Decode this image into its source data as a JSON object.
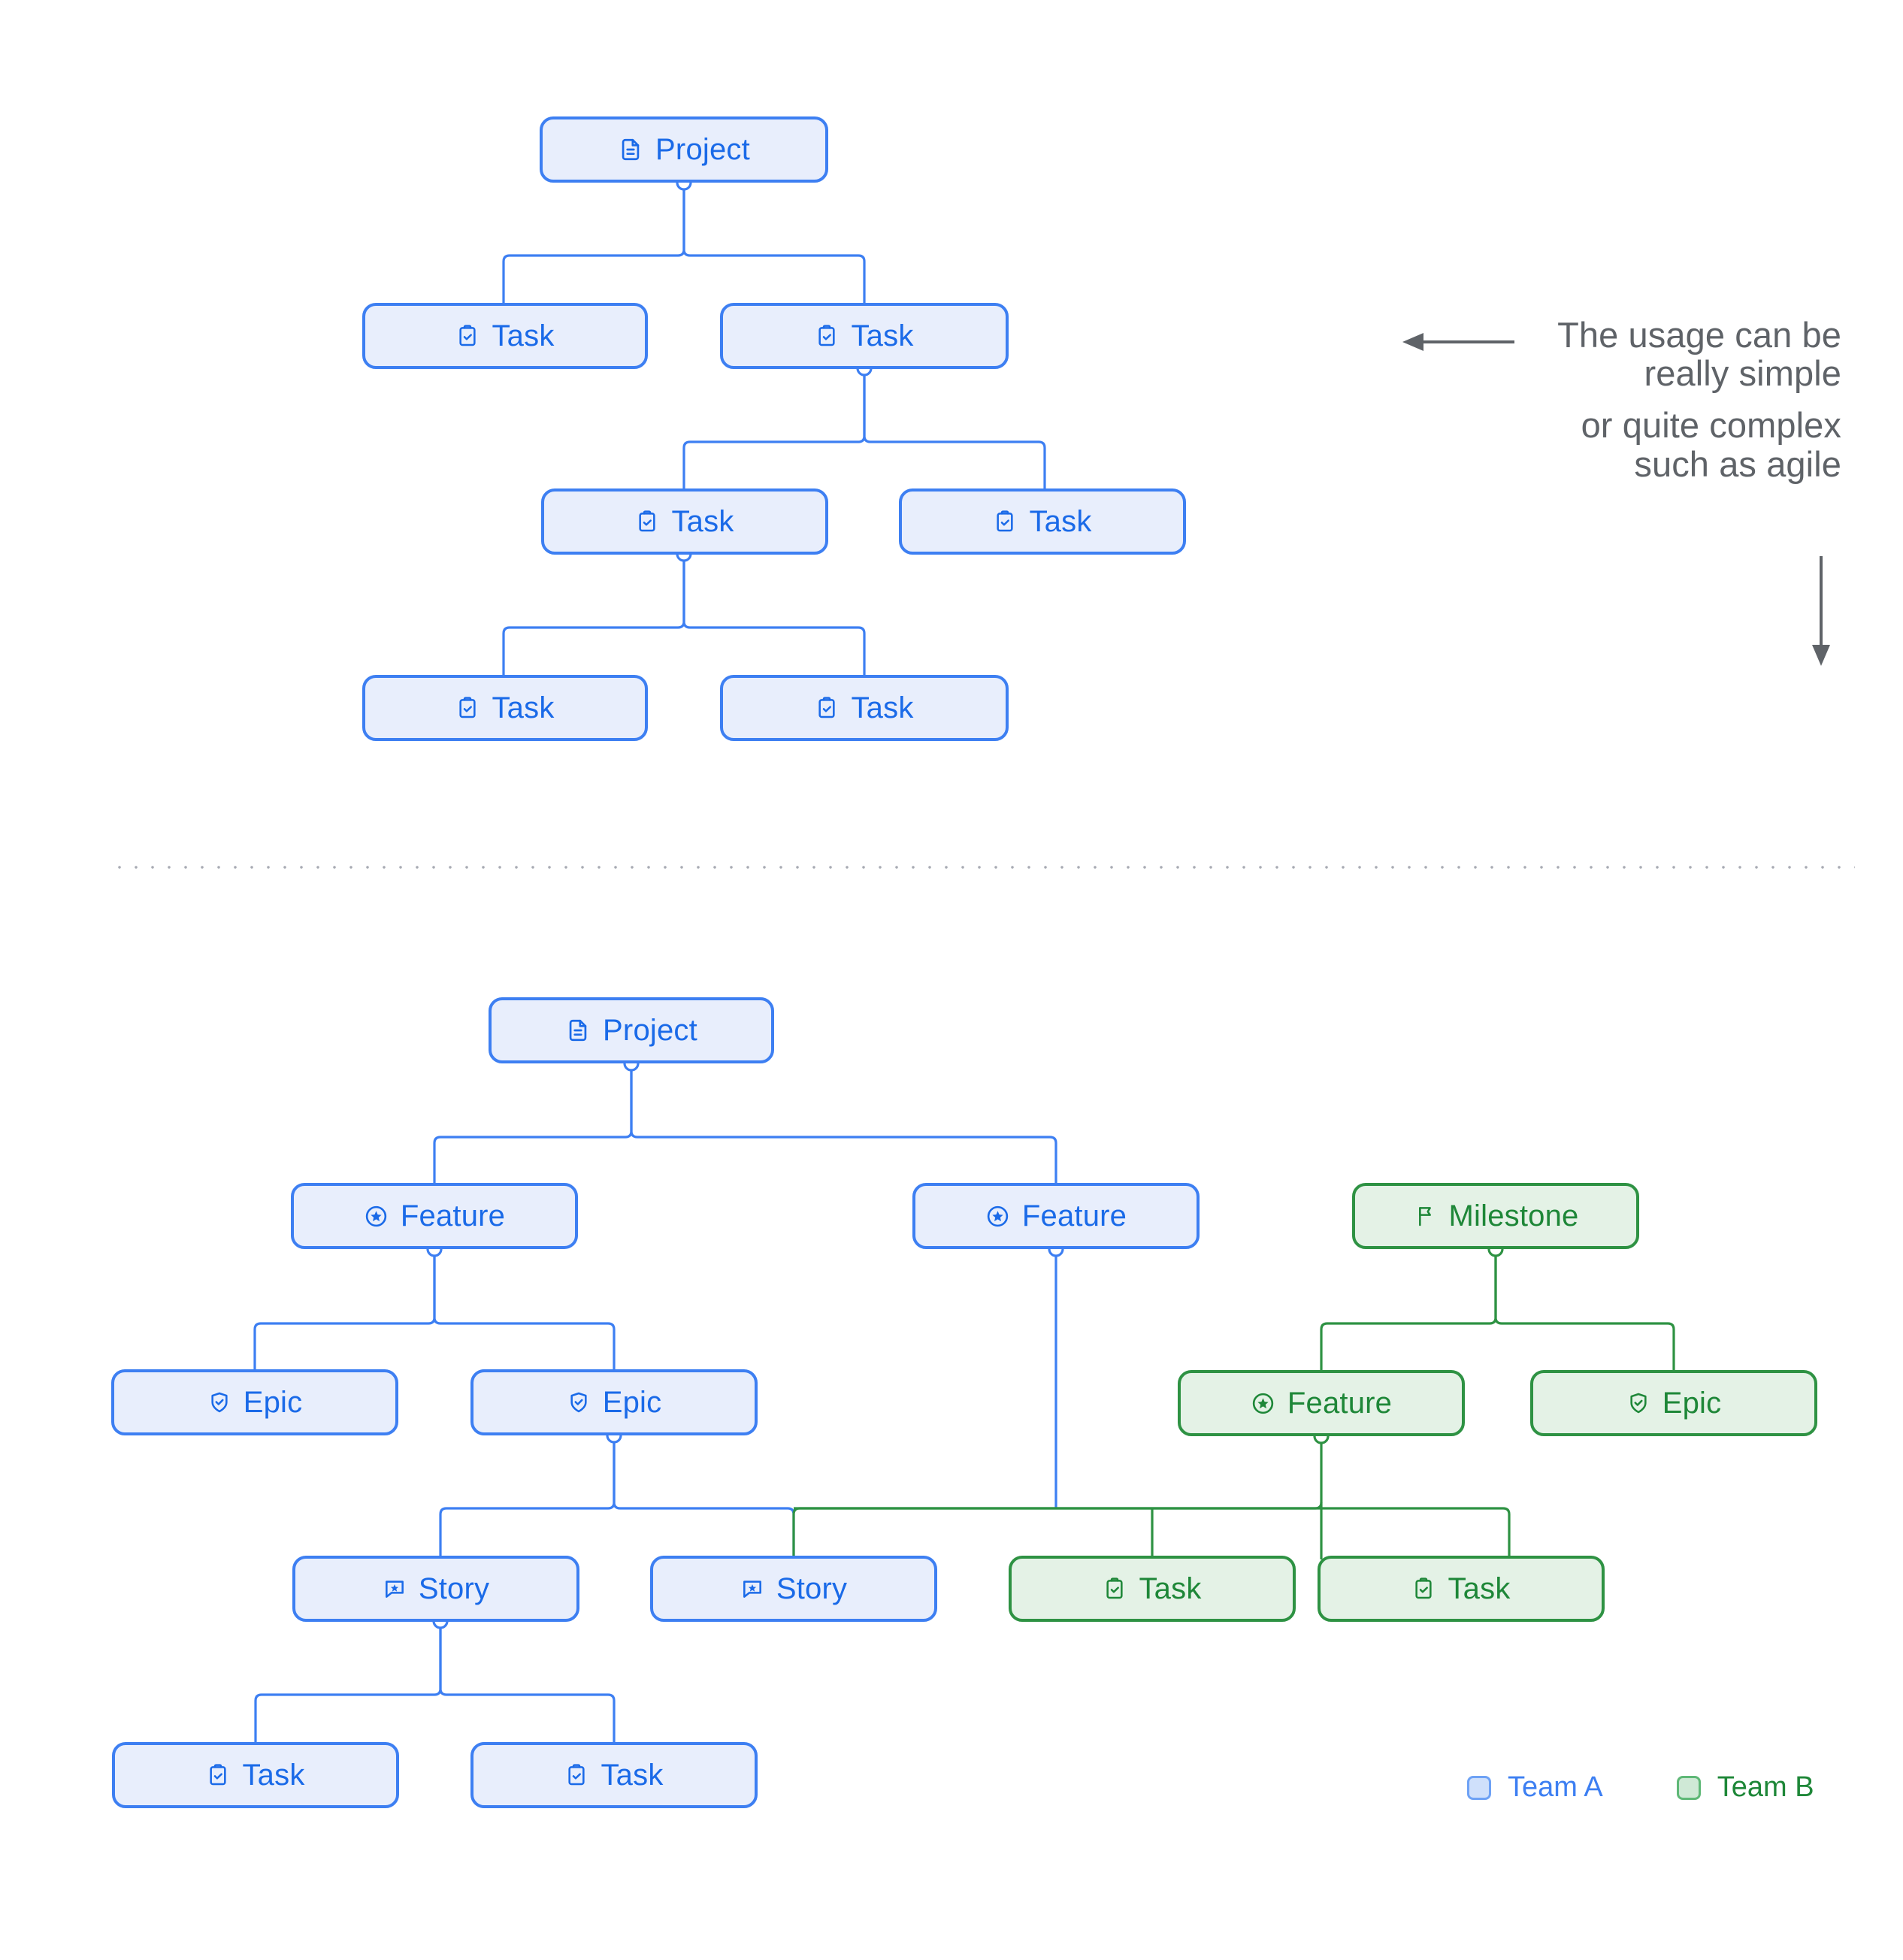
{
  "diagram": {
    "type": "hierarchy-tree",
    "title": "",
    "colors": {
      "team_a_stroke": "#3d7ff2",
      "team_a_fill": "#e8eefc",
      "team_a_text": "#1a6ae8",
      "team_b_stroke": "#2e9243",
      "team_b_fill": "#e4f2e6",
      "team_b_text": "#1e8738",
      "annotation_text": "#5f6368",
      "divider": "#a8abb3"
    }
  },
  "annotation": {
    "line1": "The usage can be",
    "line2": "really simple",
    "line3": "or quite complex",
    "line4": "such as agile",
    "left_arrow_icon": "arrow-left-icon",
    "down_arrow_icon": "arrow-down-icon"
  },
  "legend": {
    "items": [
      {
        "label": "Team A",
        "color": "#3d7ff2",
        "swatch": "#cfe0fb"
      },
      {
        "label": "Team B",
        "color": "#1e8738",
        "swatch": "#cfe9d6"
      }
    ]
  },
  "top_diagram": {
    "name": "simple-task-tree",
    "nodes": [
      {
        "id": "t-root",
        "label": "Project",
        "icon": "document-icon",
        "team": "blue"
      },
      {
        "id": "t-a1",
        "label": "Task",
        "icon": "clipboard-check-icon",
        "team": "blue"
      },
      {
        "id": "t-a2",
        "label": "Task",
        "icon": "clipboard-check-icon",
        "team": "blue"
      },
      {
        "id": "t-b1",
        "label": "Task",
        "icon": "clipboard-check-icon",
        "team": "blue"
      },
      {
        "id": "t-b2",
        "label": "Task",
        "icon": "clipboard-check-icon",
        "team": "blue"
      },
      {
        "id": "t-c1",
        "label": "Task",
        "icon": "clipboard-check-icon",
        "team": "blue"
      },
      {
        "id": "t-c2",
        "label": "Task",
        "icon": "clipboard-check-icon",
        "team": "blue"
      }
    ],
    "edges": [
      {
        "from": "t-root",
        "to": [
          "t-a1",
          "t-a2"
        ]
      },
      {
        "from": "t-a2",
        "to": [
          "t-b1",
          "t-b2"
        ]
      },
      {
        "from": "t-b1",
        "to": [
          "t-c1",
          "t-c2"
        ]
      }
    ]
  },
  "bottom_diagram": {
    "name": "agile-hierarchy-tree",
    "nodes": [
      {
        "id": "b-root",
        "label": "Project",
        "icon": "document-icon",
        "team": "blue"
      },
      {
        "id": "b-f1",
        "label": "Feature",
        "icon": "star-circle-icon",
        "team": "blue"
      },
      {
        "id": "b-f2",
        "label": "Feature",
        "icon": "star-circle-icon",
        "team": "blue"
      },
      {
        "id": "b-ms",
        "label": "Milestone",
        "icon": "flag-icon",
        "team": "green"
      },
      {
        "id": "b-e1",
        "label": "Epic",
        "icon": "shield-check-icon",
        "team": "blue"
      },
      {
        "id": "b-e2",
        "label": "Epic",
        "icon": "shield-check-icon",
        "team": "blue"
      },
      {
        "id": "b-gf",
        "label": "Feature",
        "icon": "star-circle-icon",
        "team": "green"
      },
      {
        "id": "b-ge",
        "label": "Epic",
        "icon": "shield-check-icon",
        "team": "green"
      },
      {
        "id": "b-s1",
        "label": "Story",
        "icon": "story-bubble-icon",
        "team": "blue"
      },
      {
        "id": "b-s2",
        "label": "Story",
        "icon": "story-bubble-icon",
        "team": "blue"
      },
      {
        "id": "b-gt1",
        "label": "Task",
        "icon": "clipboard-check-icon",
        "team": "green"
      },
      {
        "id": "b-gt2",
        "label": "Task",
        "icon": "clipboard-check-icon",
        "team": "green"
      },
      {
        "id": "b-t1",
        "label": "Task",
        "icon": "clipboard-check-icon",
        "team": "blue"
      },
      {
        "id": "b-t2",
        "label": "Task",
        "icon": "clipboard-check-icon",
        "team": "blue"
      }
    ],
    "edges": [
      {
        "from": "b-root",
        "to": [
          "b-f1",
          "b-f2"
        ]
      },
      {
        "from": "b-f1",
        "to": [
          "b-e1",
          "b-e2"
        ]
      },
      {
        "from": "b-ms",
        "to": [
          "b-gf",
          "b-ge"
        ]
      },
      {
        "from": "b-e2",
        "to": [
          "b-s1",
          "b-s2"
        ]
      },
      {
        "from": "b-gf",
        "to": [
          "b-gt1",
          "b-gt2"
        ]
      },
      {
        "from": "b-f2",
        "to": [
          "b-gt1"
        ]
      },
      {
        "from": "b-s1",
        "to": [
          "b-t1",
          "b-t2"
        ]
      }
    ]
  }
}
